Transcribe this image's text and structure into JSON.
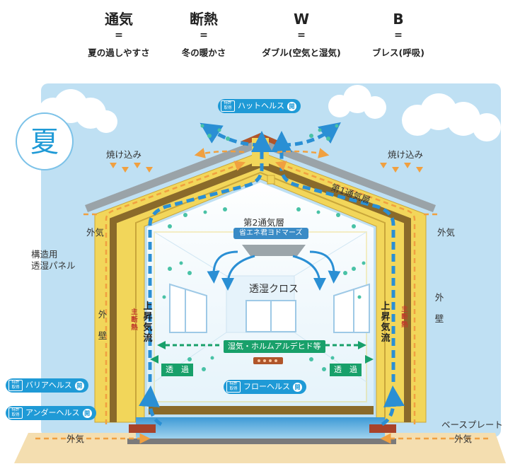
{
  "header": {
    "items": [
      {
        "big": "通気",
        "eq": "=",
        "sub": "夏の過しやすさ"
      },
      {
        "big": "断熱",
        "eq": "=",
        "sub": "冬の暖かさ"
      },
      {
        "big": "W",
        "eq": "=",
        "sub": "ダブル(空気と湿気)"
      },
      {
        "big": "B",
        "eq": "=",
        "sub": "ブレス(呼吸)"
      }
    ]
  },
  "season": "夏",
  "labels": {
    "yakekomi_left": "焼け込み",
    "yakekomi_right": "焼け込み",
    "first_layer": "第1通気層",
    "second_layer": "第2通気層",
    "device": "省エネ君ヨドマーズ",
    "cloth": "透湿クロス",
    "outside_left": "外気",
    "outside_right": "外気",
    "panel": "構造用\n透湿パネル",
    "wall_left": "外\n壁",
    "wall_right": "外\n壁",
    "rising_left": "上\n昇\n気\n流",
    "rising_right": "上\n昇\n気\n流",
    "insulation_left": "主\n断\n熱",
    "insulation_right": "主\n断\n熱",
    "moisture": "湿気・ホルムアルデヒド等",
    "permeate_left": "透　過",
    "permeate_right": "透　過",
    "base_plate": "ベースプレート",
    "outside_bottom_left": "外気",
    "outside_bottom_right": "外気"
  },
  "tags": {
    "hat": "ハットヘルス",
    "barrier": "バリアヘルス",
    "under": "アンダーヘルス",
    "flow": "フローヘルス",
    "pat_text": "特許\n取得",
    "dot_text": "開"
  },
  "colors": {
    "sky": "#bfe0f3",
    "insulation": "#f2d65a",
    "wall_brown": "#8a6a2a",
    "air_arrow": "#2a8fd4",
    "outside_arrow": "#f0a040",
    "ground": "#f4deb0",
    "tag": "#1f9ad6",
    "green": "#18a06a"
  }
}
